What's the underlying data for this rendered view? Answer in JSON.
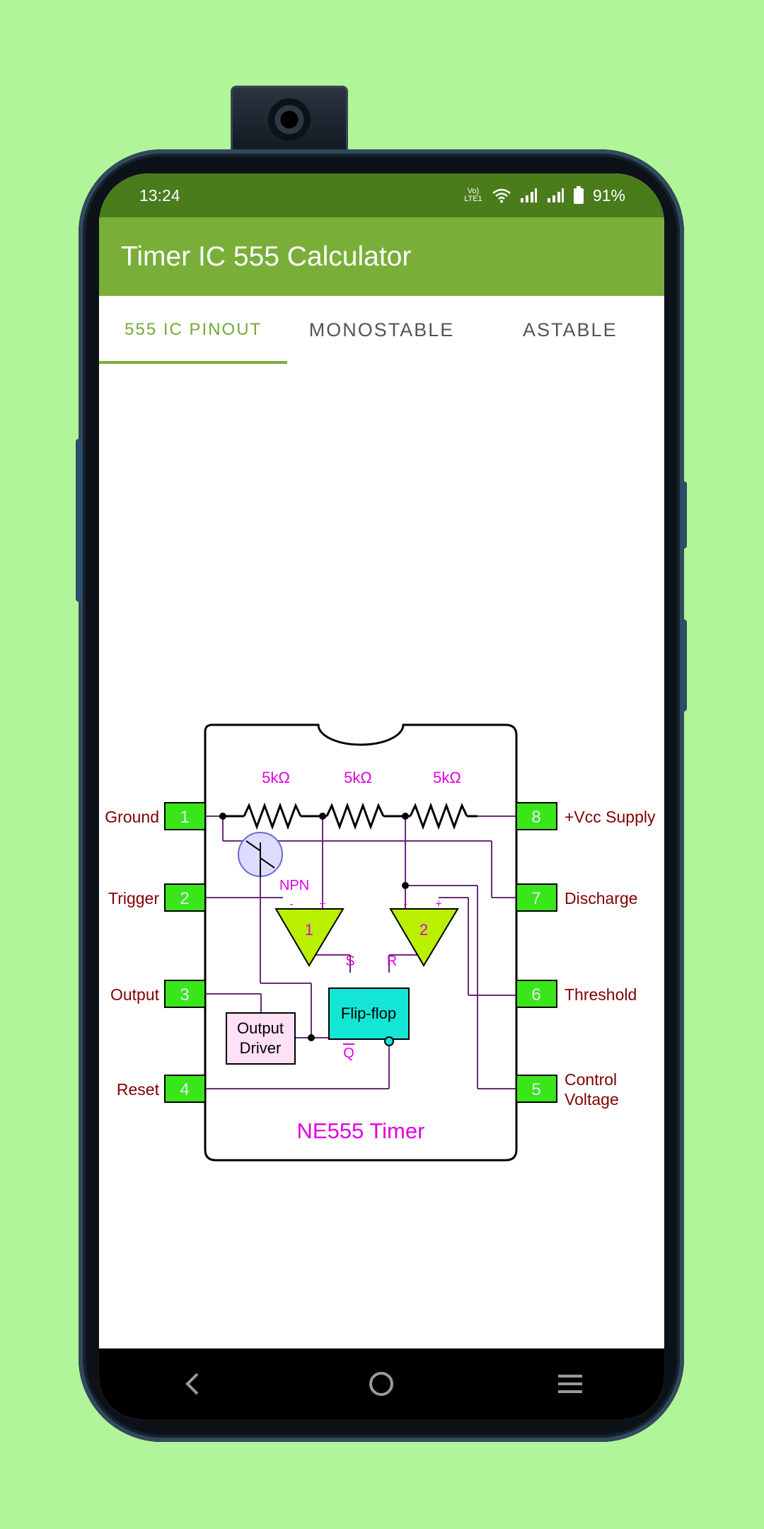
{
  "status_bar": {
    "time": "13:24",
    "network": "Vo) LTE1",
    "battery": "91%"
  },
  "app": {
    "title": "Timer IC 555 Calculator"
  },
  "tabs": [
    {
      "label": "555 IC PINOUT",
      "active": true
    },
    {
      "label": "MONOSTABLE",
      "active": false
    },
    {
      "label": "ASTABLE",
      "active": false
    }
  ],
  "diagram": {
    "title": "NE555 Timer",
    "left_pins": [
      {
        "num": "1",
        "label": "Ground"
      },
      {
        "num": "2",
        "label": "Trigger"
      },
      {
        "num": "3",
        "label": "Output"
      },
      {
        "num": "4",
        "label": "Reset"
      }
    ],
    "right_pins": [
      {
        "num": "8",
        "label": "+Vcc Supply"
      },
      {
        "num": "7",
        "label": "Discharge"
      },
      {
        "num": "6",
        "label": "Threshold"
      },
      {
        "num": "5",
        "label": "Control",
        "label2": "Voltage"
      }
    ],
    "resistors": [
      "5kΩ",
      "5kΩ",
      "5kΩ"
    ],
    "transistor": "NPN",
    "comparators": [
      "1",
      "2"
    ],
    "flipflop": "Flip-flop",
    "flipflop_inputs": {
      "s": "S",
      "r": "R",
      "q": "Q"
    },
    "output_driver": [
      "Output",
      "Driver"
    ],
    "comparator_signs": {
      "minus": "-",
      "plus": "+"
    }
  },
  "navigation": {
    "back": "back-icon",
    "home": "home-icon",
    "recents": "recents-icon"
  },
  "colors": {
    "background": "#b0f59a",
    "status_bar": "#4a7c1c",
    "app_bar": "#79af39",
    "accent": "#79af39",
    "pin_green": "#39e619",
    "comparator": "#b8f000",
    "flipflop": "#14e6d6",
    "magenta": "#e000e0"
  }
}
